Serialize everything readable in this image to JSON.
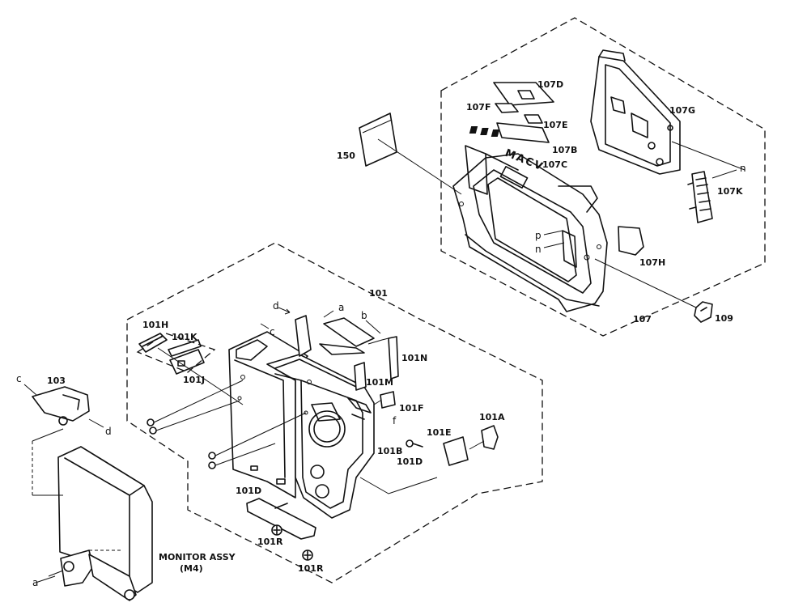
{
  "diagram": {
    "labels": {
      "l_101": "101",
      "l_101A": "101A",
      "l_101B": "101B",
      "l_101D_right": "101D",
      "l_101D_left": "101D",
      "l_101E": "101E",
      "l_101F": "101F",
      "l_101H": "101H",
      "l_101J": "101J",
      "l_101K": "101K",
      "l_101M": "101M",
      "l_101N": "101N",
      "l_101R_1": "101R",
      "l_101R_2": "101R",
      "l_103": "103",
      "l_107": "107",
      "l_107B": "107B",
      "l_107C": "107C",
      "l_107D": "107D",
      "l_107E": "107E",
      "l_107F": "107F",
      "l_107G": "107G",
      "l_107H": "107H",
      "l_107K": "107K",
      "l_109": "109",
      "l_150": "150",
      "l_monitor_1": "MONITOR ASSY",
      "l_monitor_2": "(M4)"
    },
    "refs": {
      "a_top": "a",
      "a_bottom": "a",
      "b": "b",
      "c_top": "c",
      "c_left": "c",
      "d_top": "d",
      "d_left": "d",
      "f": "f",
      "n_top": "n",
      "n_mid": "n",
      "p": "p"
    },
    "stamp": "MACV"
  }
}
